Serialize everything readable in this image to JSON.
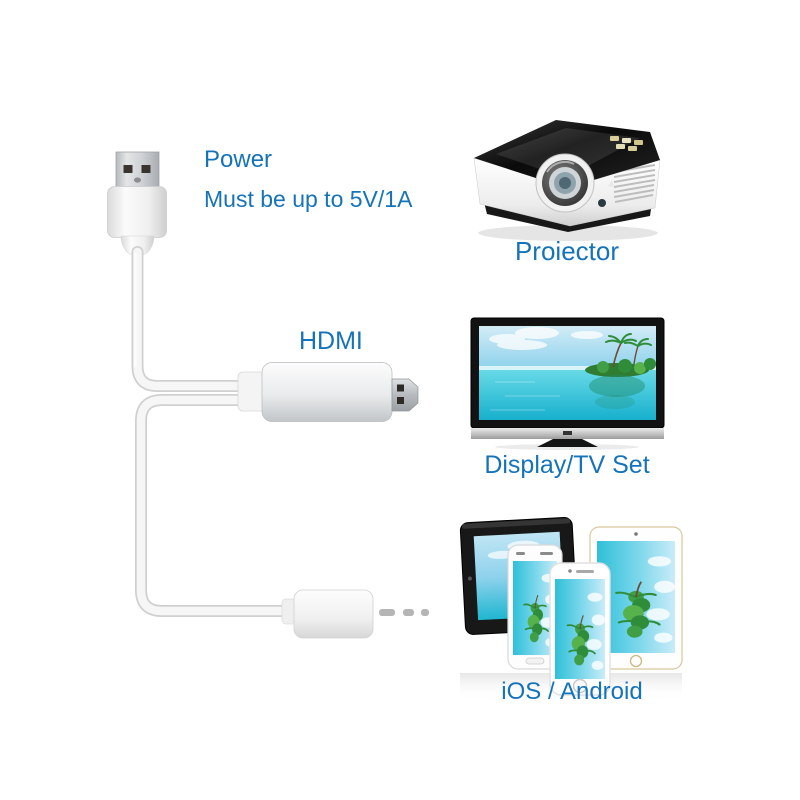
{
  "page": {
    "type": "product-photo",
    "background": "#ffffff"
  },
  "colors": {
    "caption_blue": "#1573ba",
    "cable_white": "#f6f6f6",
    "cable_edge": "#d2d2d2",
    "adapter_silver": "#d3d6d9",
    "metal_silver": "#c4c7cb",
    "screen_sky": "#8ed2ec",
    "screen_sea": "#17b0cd"
  },
  "cable": {
    "power_label": "Power",
    "power_requirement": "Must be up to 5V/1A",
    "hdmi_label": "HDMI",
    "connectors": [
      {
        "icon": "usb-plug-icon",
        "name": "USB power plug"
      },
      {
        "icon": "hdmi-plug-icon",
        "name": "HDMI plug"
      },
      {
        "icon": "device-port-icon",
        "name": "device port"
      }
    ]
  },
  "targets": [
    {
      "id": "projector",
      "icon": "projector-image",
      "caption": "Proiector"
    },
    {
      "id": "tv",
      "icon": "tv-image",
      "caption": "Display/TV Set"
    },
    {
      "id": "devices",
      "icon": "devices-image",
      "caption": "iOS / Android"
    }
  ]
}
